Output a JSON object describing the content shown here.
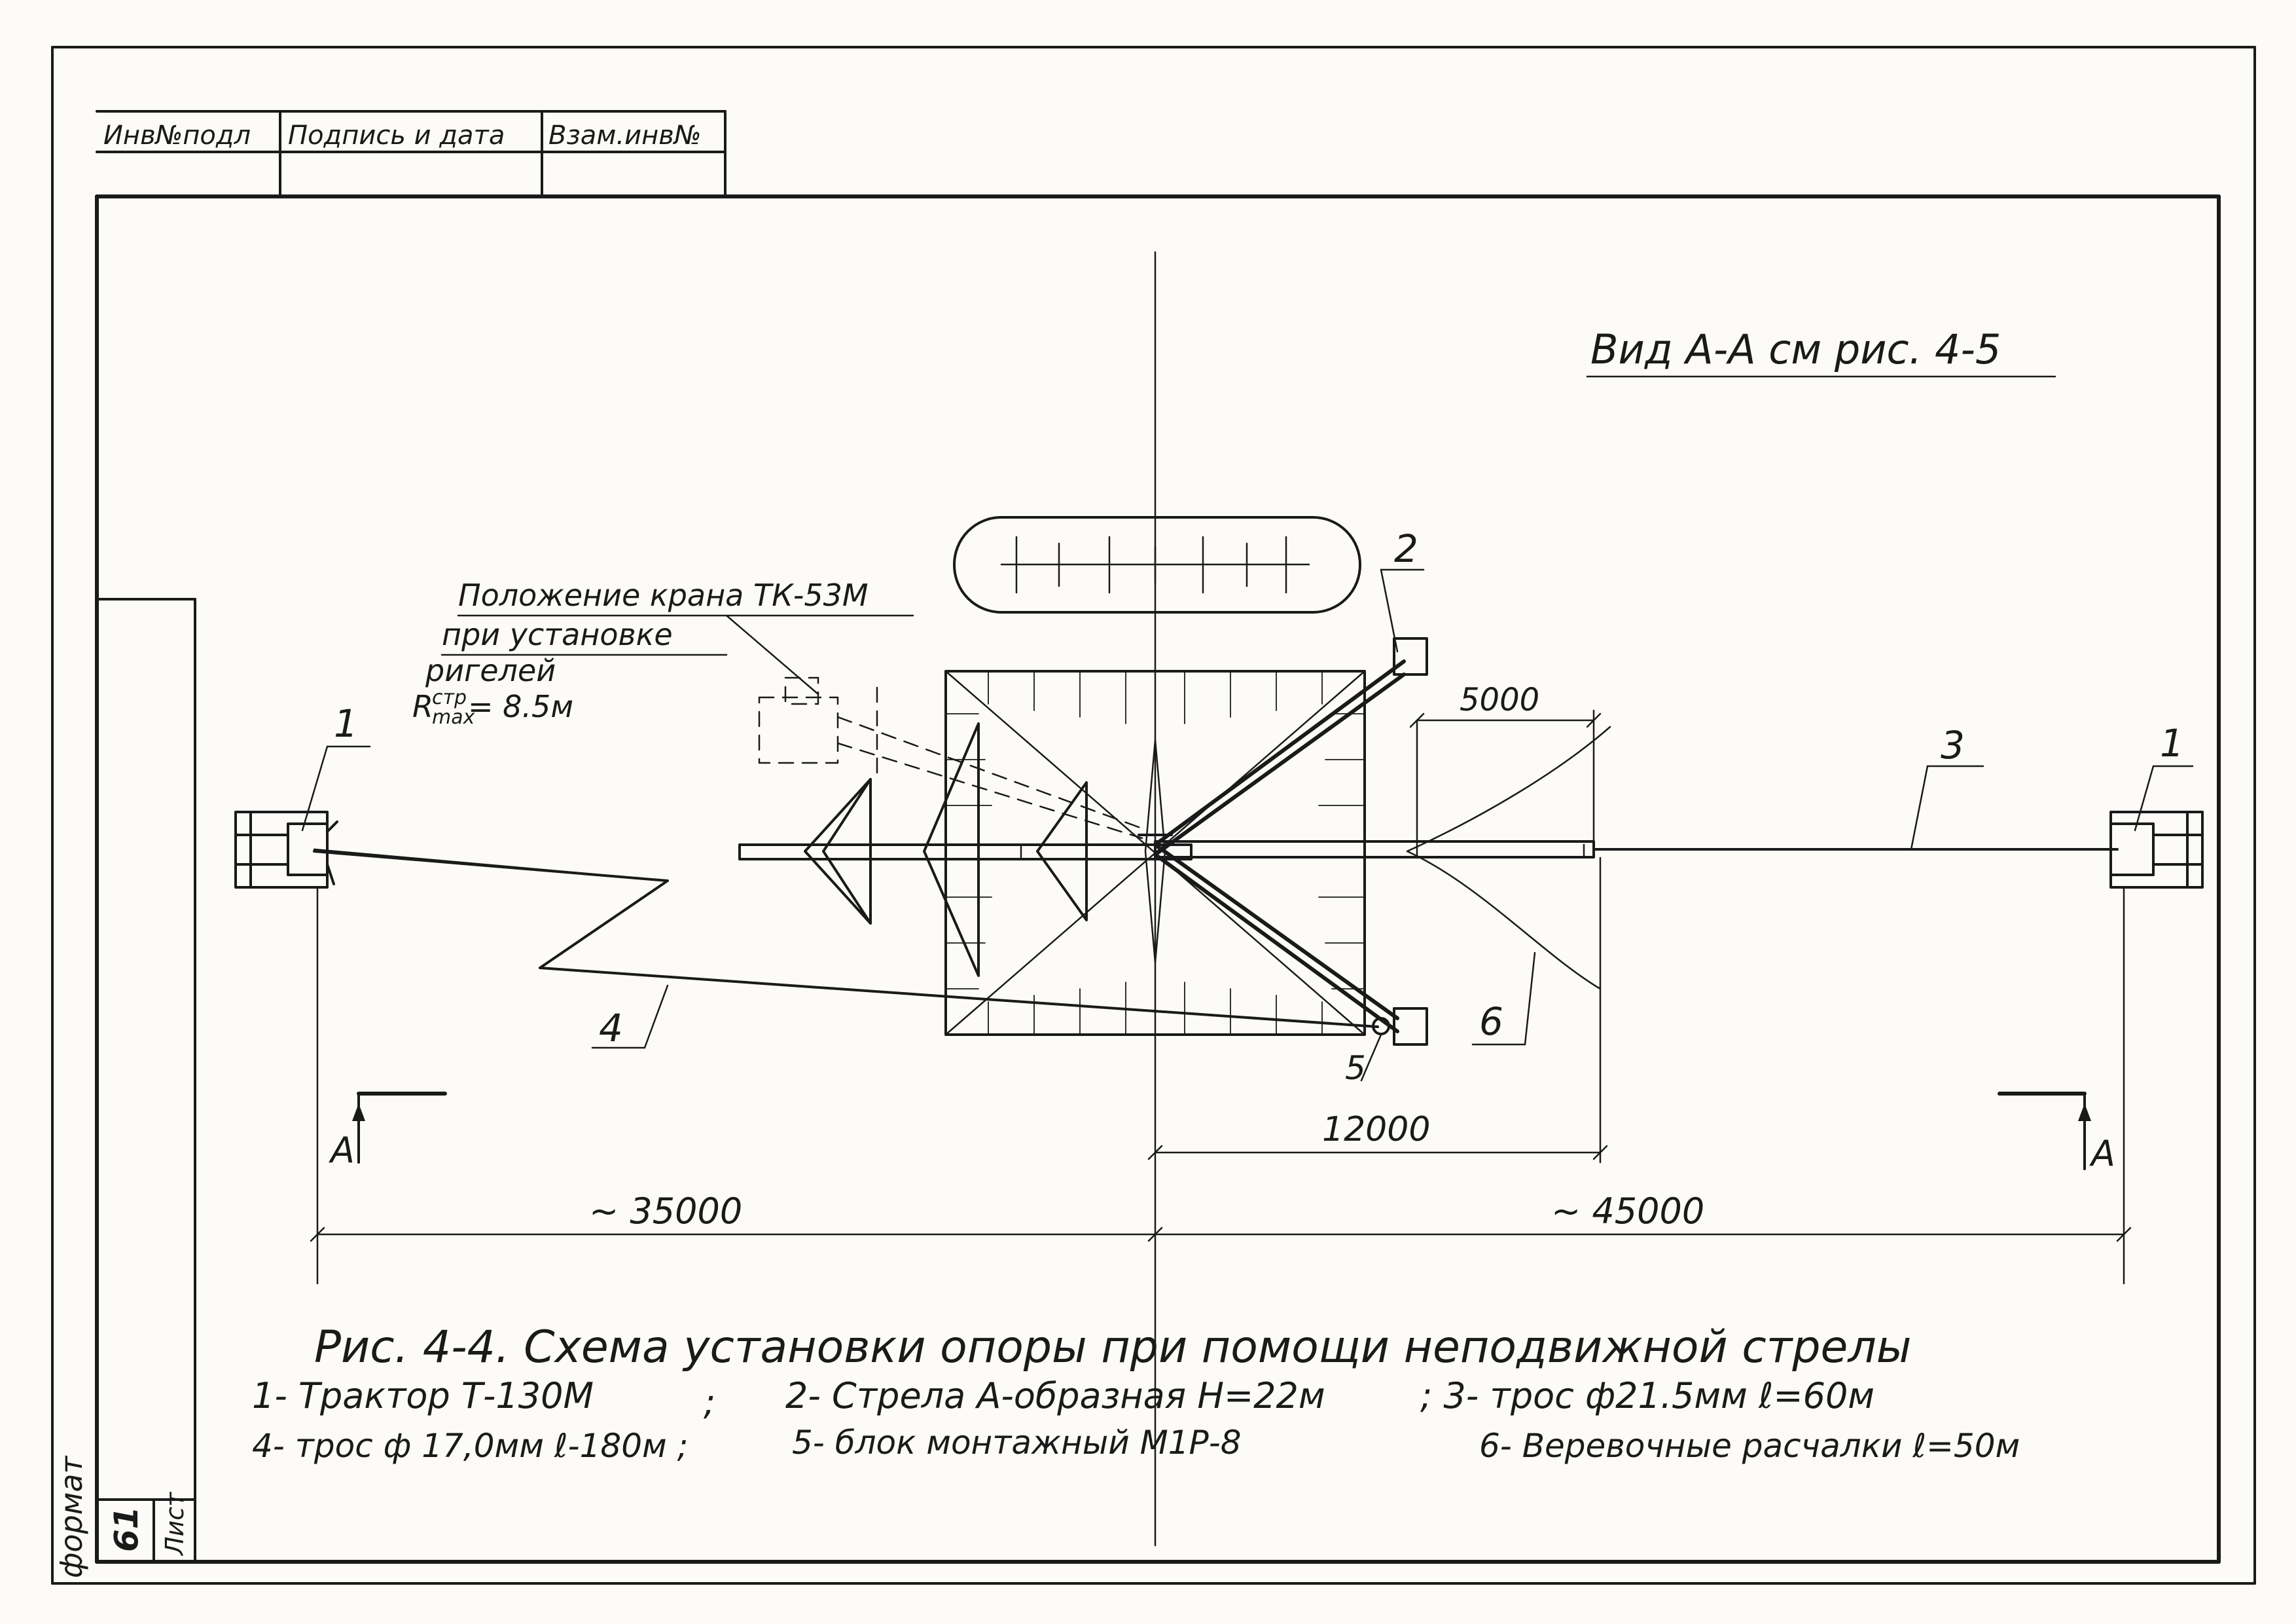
{
  "stamp": {
    "col1": "Инв№подл",
    "col2": "Подпись и дата",
    "col3": "Взам.инв№"
  },
  "side_stamp": {
    "format": "формат",
    "page": "61",
    "sheet": "Лист"
  },
  "view_ref": "Вид А-А  см  рис. 4-5",
  "crane_note": {
    "line1": "Положение крана ТК-53М",
    "line2": "при установке",
    "line3": "ригелей",
    "line4": "R",
    "line4_sup": "стр",
    "line4_sub": "max",
    "line4_val": " = 8.5м"
  },
  "callouts": {
    "c1_left": "1",
    "c1_right": "1",
    "c2": "2",
    "c3": "3",
    "c4": "4",
    "c5": "5",
    "c6": "6"
  },
  "dimensions": {
    "d5000": "5000",
    "d12000": "12000",
    "d35000": "~  35000",
    "d45000": "~ 45000"
  },
  "section_marks": {
    "left": "А",
    "right": "А"
  },
  "caption": {
    "title": "Рис.  4-4.    Схема  установки  опоры  при   помощи  неподвижной  стрелы",
    "line1a": "1- Трактор  Т-130М",
    "line1sep": ";",
    "line1b": "2- Стрела  А-образная   Н=22м",
    "line1c": "; 3- трос  ф21.5мм  ℓ=60м",
    "line2a": "4- трос ф 17,0мм ℓ-180м ;",
    "line2b": "5- блок  монтажный  М1Р-8",
    "line2c": "6- Веревочные расчалки   ℓ=50м"
  },
  "colors": {
    "ink": "#1a1a1a",
    "paper": "#fcfbf7"
  }
}
